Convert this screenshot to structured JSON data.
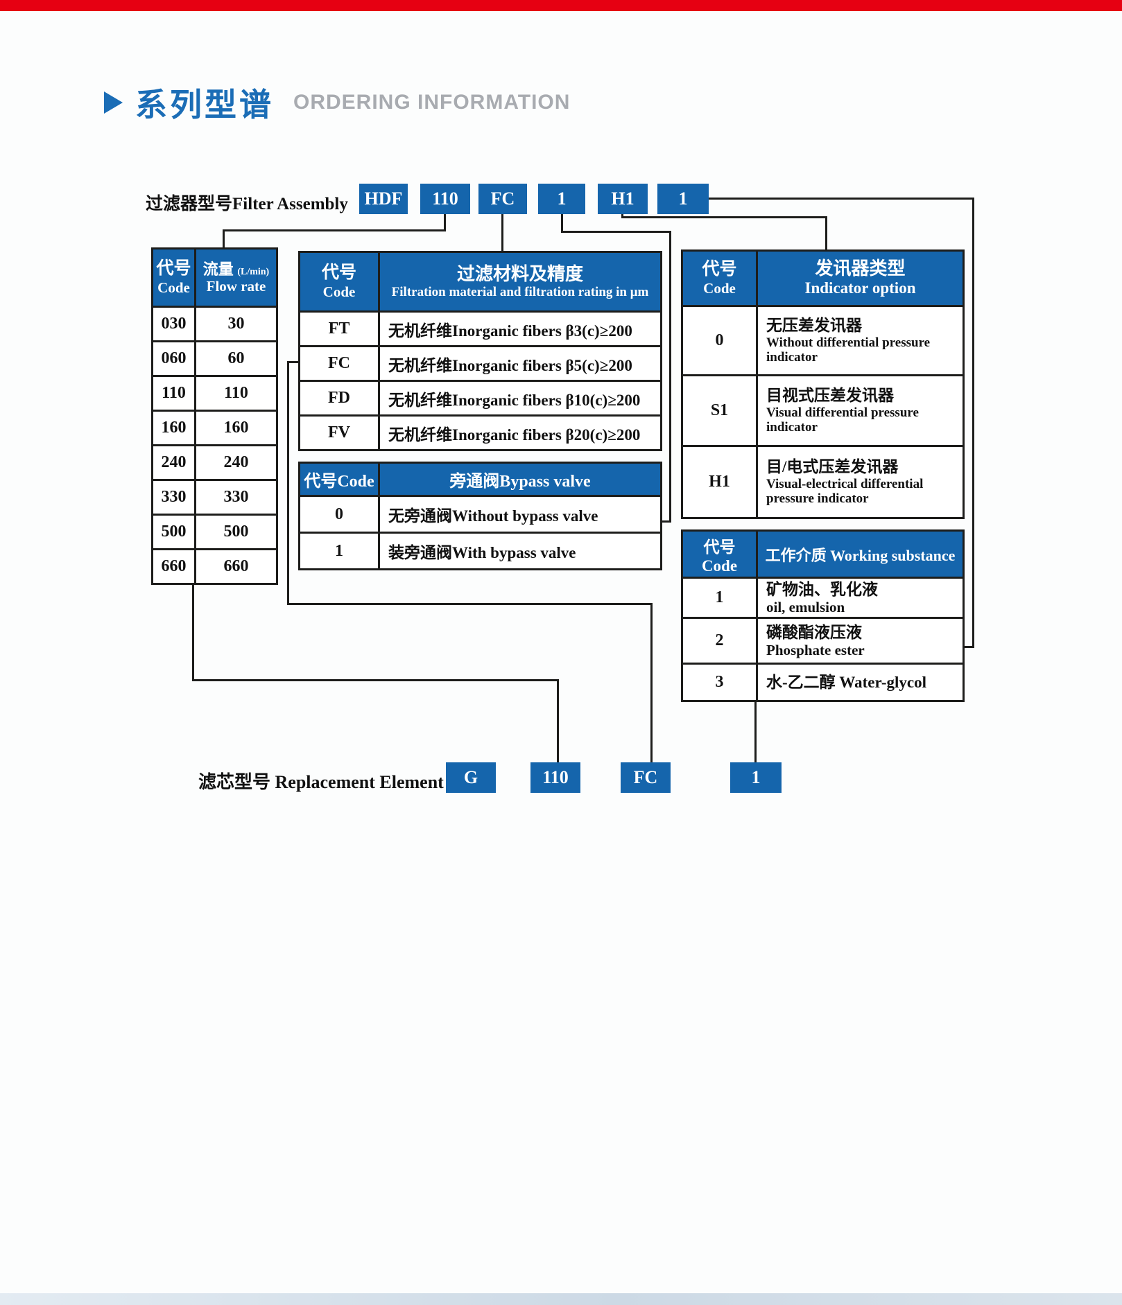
{
  "page": {
    "title_cn": "系列型谱",
    "title_en": "ORDERING INFORMATION",
    "colors": {
      "accent_blue": "#1565ac",
      "top_bar_red": "#e60012",
      "title_gray": "#a8abb0",
      "line_black": "#1d1d1b"
    }
  },
  "filter_assembly": {
    "label": "过滤器型号Filter Assembly",
    "codes": [
      "HDF",
      "110",
      "FC",
      "1",
      "H1",
      "1"
    ]
  },
  "replacement_element": {
    "label": "滤芯型号 Replacement Element",
    "codes": [
      "G",
      "110",
      "FC",
      "1"
    ]
  },
  "flow_table": {
    "header": {
      "code_cn": "代号",
      "code_en": "Code",
      "flow_cn": "流量",
      "flow_unit": "(L/min)",
      "flow_en": "Flow rate"
    },
    "rows": [
      {
        "code": "030",
        "flow": "30"
      },
      {
        "code": "060",
        "flow": "60"
      },
      {
        "code": "110",
        "flow": "110"
      },
      {
        "code": "160",
        "flow": "160"
      },
      {
        "code": "240",
        "flow": "240"
      },
      {
        "code": "330",
        "flow": "330"
      },
      {
        "code": "500",
        "flow": "500"
      },
      {
        "code": "660",
        "flow": "660"
      }
    ]
  },
  "filtration_table": {
    "header": {
      "code_cn": "代号",
      "code_en": "Code",
      "title_cn": "过滤材料及精度",
      "title_en": "Filtration material and filtration rating in μm"
    },
    "rows": [
      {
        "code": "FT",
        "desc": "无机纤维Inorganic fibers β3(c)≥200"
      },
      {
        "code": "FC",
        "desc": "无机纤维Inorganic fibers β5(c)≥200"
      },
      {
        "code": "FD",
        "desc": "无机纤维Inorganic fibers β10(c)≥200"
      },
      {
        "code": "FV",
        "desc": "无机纤维Inorganic fibers β20(c)≥200"
      }
    ]
  },
  "bypass_table": {
    "header": {
      "code": "代号Code",
      "title": "旁通阀Bypass valve"
    },
    "rows": [
      {
        "code": "0",
        "desc": "无旁通阀Without bypass valve"
      },
      {
        "code": "1",
        "desc": "装旁通阀With bypass valve"
      }
    ]
  },
  "indicator_table": {
    "header": {
      "code_cn": "代号",
      "code_en": "Code",
      "title_cn": "发讯器类型",
      "title_en": "Indicator option"
    },
    "rows": [
      {
        "code": "0",
        "cn": "无压差发讯器",
        "en": "Without differential pressure indicator"
      },
      {
        "code": "S1",
        "cn": "目视式压差发讯器",
        "en": "Visual differential pressure indicator"
      },
      {
        "code": "H1",
        "cn": "目/电式压差发讯器",
        "en": "Visual-electrical differential pressure indicator"
      }
    ]
  },
  "substance_table": {
    "header": {
      "code": "代号Code",
      "title": "工作介质 Working substance"
    },
    "rows": [
      {
        "code": "1",
        "cn": "矿物油、乳化液",
        "en": "oil, emulsion"
      },
      {
        "code": "2",
        "cn": "磷酸酯液压液",
        "en": "Phosphate ester"
      },
      {
        "code": "3",
        "cn": "水-乙二醇 Water-glycol",
        "en": ""
      }
    ]
  }
}
